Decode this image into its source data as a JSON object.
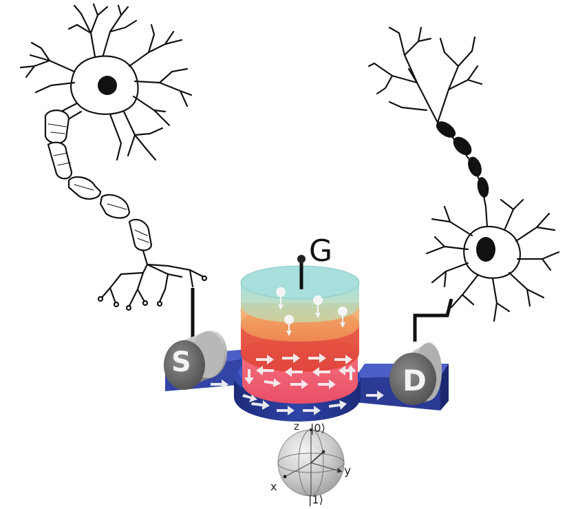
{
  "gate": {
    "label": "G"
  },
  "source": {
    "label": "S"
  },
  "drain": {
    "label": "D"
  },
  "bloch_sphere": {
    "axis_z": "z",
    "state_0": "|0⟩",
    "axis_y": "y",
    "axis_x": "x",
    "state_1": "|1⟩"
  },
  "colors": {
    "channel": "#24348f",
    "channel_top": "#3a4cb8",
    "gate_top_layer": "#7fd0d0",
    "gate_mid_layer": "#f2a063",
    "gate_low_layer": "#e5543c",
    "free_layer": "#f26b7a",
    "electrode": "#8a8a8a",
    "neuron_outline": "#111111"
  },
  "icons": [
    "presynaptic-neuron-icon",
    "postsynaptic-neuron-icon",
    "bloch-sphere-icon",
    "spin-arrow-icon"
  ]
}
